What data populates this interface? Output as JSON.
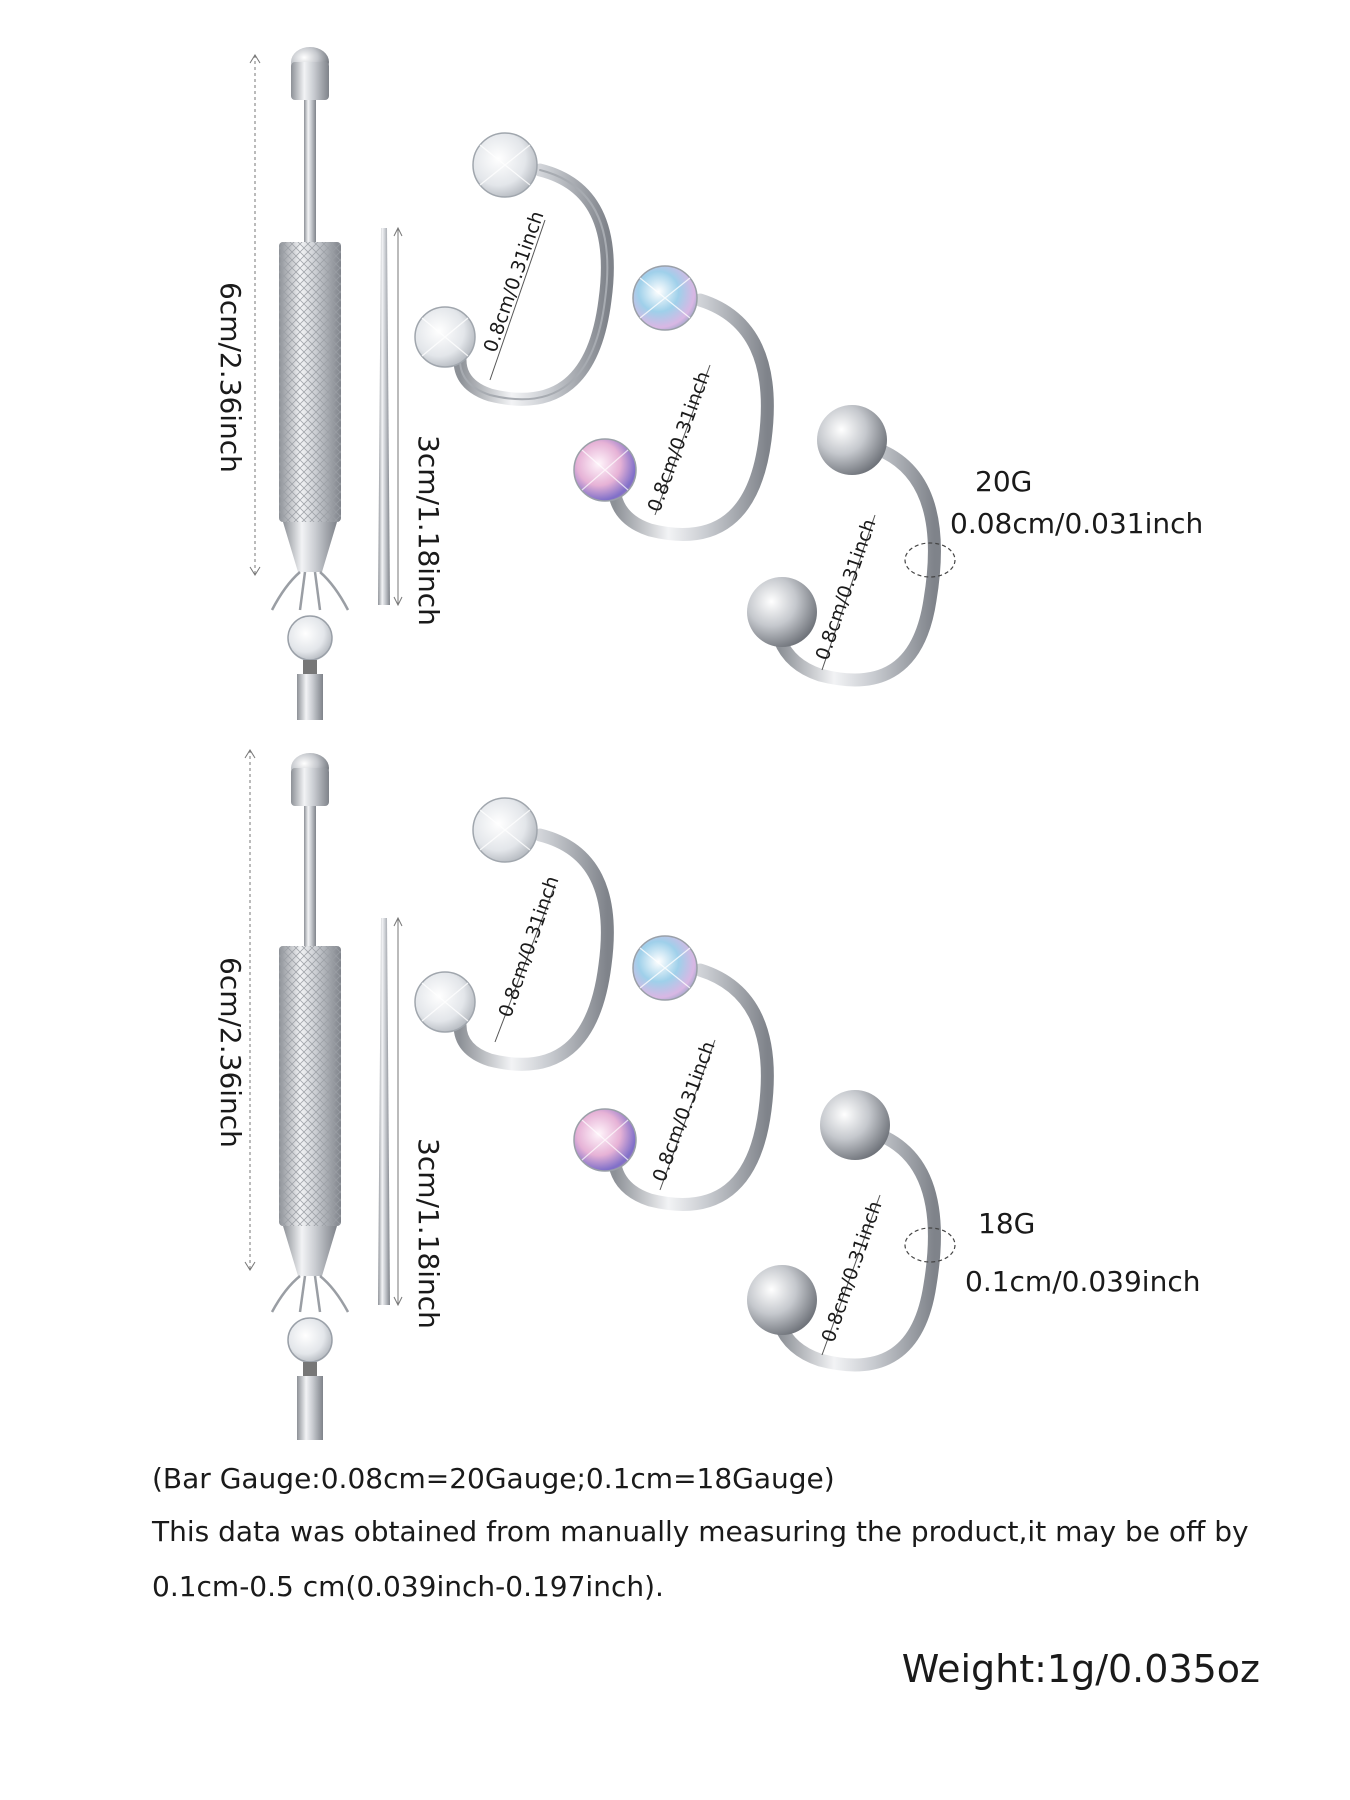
{
  "panels": [
    {
      "tool_length": "6cm/2.36inch",
      "taper_length": "3cm/1.18inch",
      "ring_diameter": "0.8cm/0.31inch",
      "gauge": "20G",
      "gauge_size": "0.08cm/0.031inch"
    },
    {
      "tool_length": "6cm/2.36inch",
      "taper_length": "3cm/1.18inch",
      "ring_diameter": "0.8cm/0.31inch",
      "gauge": "18G",
      "gauge_size": "0.1cm/0.039inch"
    }
  ],
  "notes": {
    "bar_gauge": "(Bar Gauge:0.08cm=20Gauge;0.1cm=18Gauge)",
    "disclaimer_line1": "This data was obtained from manually measuring the product,it may be off by",
    "disclaimer_line2": "0.1cm-0.5 cm(0.039inch-0.197inch)."
  },
  "weight": "Weight:1g/0.035oz",
  "colors": {
    "metal": "#c8cbd0",
    "metal_dark": "#8a8e94",
    "gem_clear": "#eef1f4",
    "gem_blue": "#9fd0ea",
    "gem_pink": "#e6b2d6",
    "text": "#1a1a1a"
  }
}
